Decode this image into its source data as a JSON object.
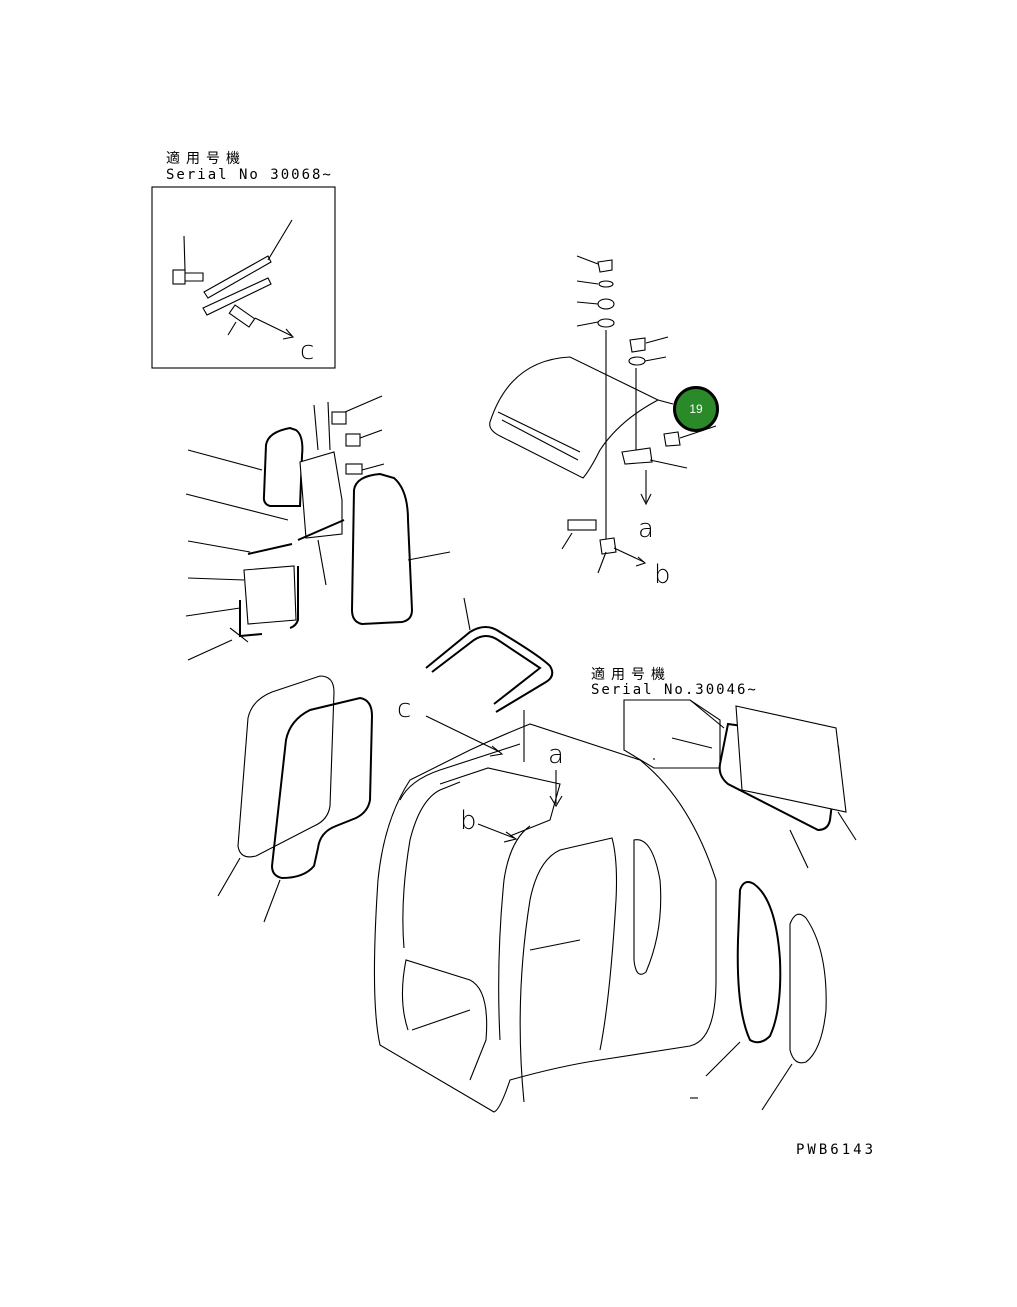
{
  "inset_top": {
    "applicable_label": "適用号機",
    "serial_label": "Serial No 30068~",
    "ref_letter": "c"
  },
  "inset_right": {
    "applicable_label": "適用号機",
    "serial_label": "Serial No.30046~"
  },
  "roof_refs": {
    "a": "a",
    "b": "b"
  },
  "cab_refs": {
    "a": "a",
    "b": "b",
    "c": "c"
  },
  "callout": {
    "number": "19",
    "color": "#2a8a2a"
  },
  "drawing_code": "PWB6143"
}
